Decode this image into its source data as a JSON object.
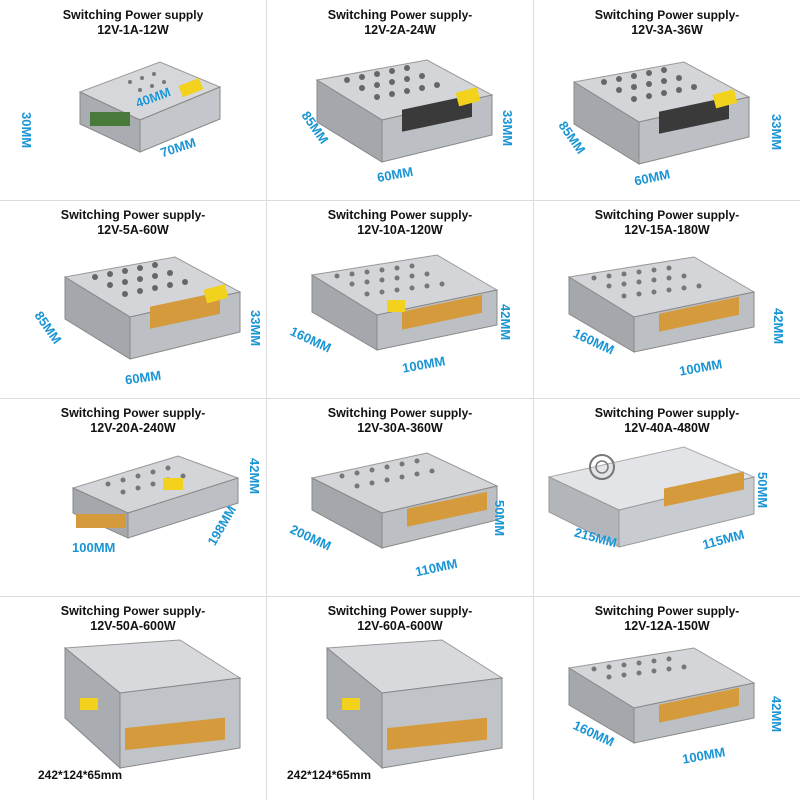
{
  "products": [
    {
      "brand": "Switching",
      "label": "Power supply",
      "spec": "12V-1A-12W",
      "dims": [
        "30MM",
        "40MM",
        "70MM"
      ]
    },
    {
      "brand": "Switching",
      "label": "Power supply-",
      "spec": "12V-2A-24W",
      "dims": [
        "85MM",
        "60MM",
        "33MM"
      ]
    },
    {
      "brand": "Switching",
      "label": "Power supply-",
      "spec": "12V-3A-36W",
      "dims": [
        "85MM",
        "60MM",
        "33MM"
      ]
    },
    {
      "brand": "Switching",
      "label": "Power supply-",
      "spec": "12V-5A-60W",
      "dims": [
        "85MM",
        "60MM",
        "33MM"
      ]
    },
    {
      "brand": "Switching",
      "label": "Power supply-",
      "spec": "12V-10A-120W",
      "dims": [
        "160MM",
        "100MM",
        "42MM"
      ]
    },
    {
      "brand": "Switching",
      "label": "Power supply-",
      "spec": "12V-15A-180W",
      "dims": [
        "160MM",
        "100MM",
        "42MM"
      ]
    },
    {
      "brand": "Switching",
      "label": "Power supply-",
      "spec": "12V-20A-240W",
      "dims": [
        "100MM",
        "198MM",
        "42MM"
      ]
    },
    {
      "brand": "Switching",
      "label": "Power supply-",
      "spec": "12V-30A-360W",
      "dims": [
        "200MM",
        "110MM",
        "50MM"
      ]
    },
    {
      "brand": "Switching",
      "label": "Power supply-",
      "spec": "12V-40A-480W",
      "dims": [
        "215MM",
        "115MM",
        "50MM"
      ]
    },
    {
      "brand": "Switching",
      "label": "Power supply-",
      "spec": "12V-50A-600W",
      "dims": [
        "242*124*65mm"
      ]
    },
    {
      "brand": "Switching",
      "label": "Power supply-",
      "spec": "12V-60A-600W",
      "dims": [
        "242*124*65mm"
      ]
    },
    {
      "brand": "Switching",
      "label": "Power supply-",
      "spec": "12V-12A-150W",
      "dims": [
        "160MM",
        "100MM",
        "42MM"
      ]
    }
  ],
  "colors": {
    "dimension": "#1a95d4",
    "case": "#b9bcc0",
    "terminal": "#d49a3c",
    "label": "#f2d21c"
  }
}
